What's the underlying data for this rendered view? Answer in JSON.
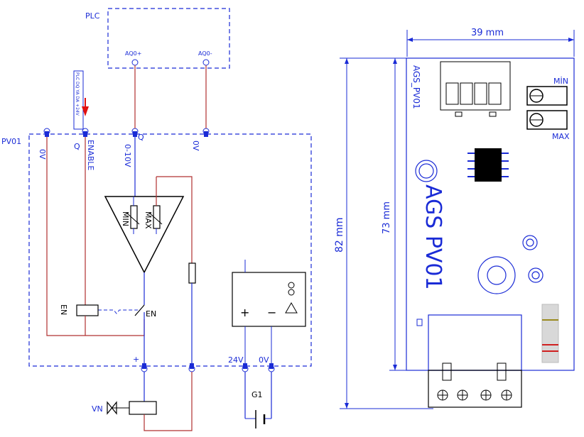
{
  "schematic": {
    "plc_label": "PLC",
    "aq0_plus": "AQ0+",
    "aq0_minus": "AQ0-",
    "pv01_label": "PV01",
    "tag_note": "PLC DQ YA DA +24V",
    "pin_0v_left": "0V",
    "pin_q": "Q",
    "pin_enable": "ENABLE",
    "pin_q_right": "Q",
    "pin_0_10v": "0-10V",
    "pin_0v_right": "0V",
    "pot_min": "MIN",
    "pot_max": "MAX",
    "relay_label": "EN",
    "contact_label": "EN",
    "plus_label": "+",
    "terminal_24v": "24V",
    "terminal_0v": "0V",
    "supply_plus": "+",
    "supply_minus": "−",
    "g1_label": "G1",
    "vn_label": "VN"
  },
  "board": {
    "width_dim": "39 mm",
    "height_82": "82 mm",
    "height_73": "73 mm",
    "model_side": "AGS_PV01",
    "model_big": "AGS PV01",
    "min_label": "MİN",
    "max_label": "MAX"
  },
  "colors": {
    "line_blue": "#1a2bd6",
    "wire_red": "#b03030",
    "arrow_red": "#e01010"
  }
}
